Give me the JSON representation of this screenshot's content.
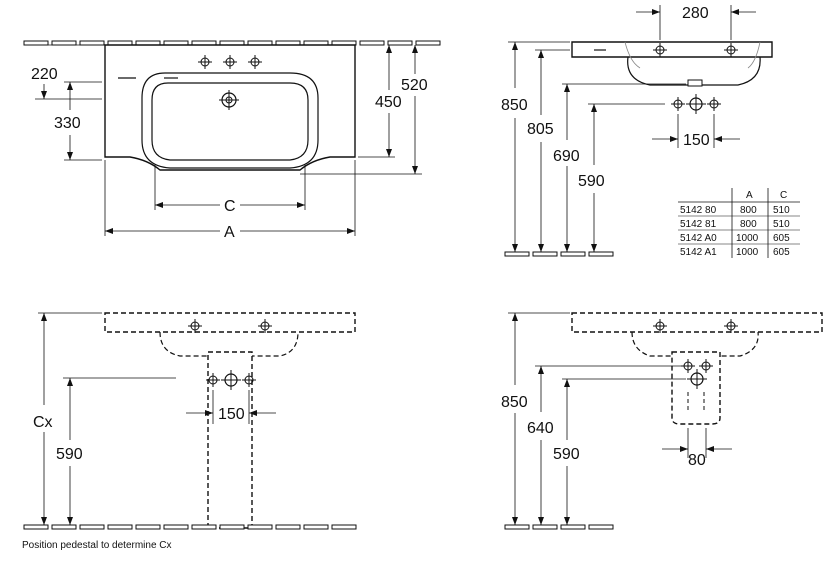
{
  "view_top": {
    "dim_220": "220",
    "dim_330": "330",
    "dim_450": "450",
    "dim_520": "520",
    "dim_c": "C",
    "dim_a": "A"
  },
  "view_side": {
    "dim_280": "280",
    "dim_850": "850",
    "dim_805": "805",
    "dim_690": "690",
    "dim_590": "590",
    "dim_150": "150"
  },
  "size_table": {
    "headers": [
      "",
      "A",
      "C"
    ],
    "rows": [
      [
        "5142 80",
        "800",
        "510"
      ],
      [
        "5142 81",
        "800",
        "510"
      ],
      [
        "5142 A0",
        "1000",
        "605"
      ],
      [
        "5142 A1",
        "1000",
        "605"
      ]
    ]
  },
  "view_pedestal_front": {
    "dim_cx": "Cx",
    "dim_590": "590",
    "dim_150": "150"
  },
  "view_pedestal_side": {
    "dim_850": "850",
    "dim_640": "640",
    "dim_590": "590",
    "dim_80": "80"
  },
  "caption": "Position pedestal to determine Cx"
}
